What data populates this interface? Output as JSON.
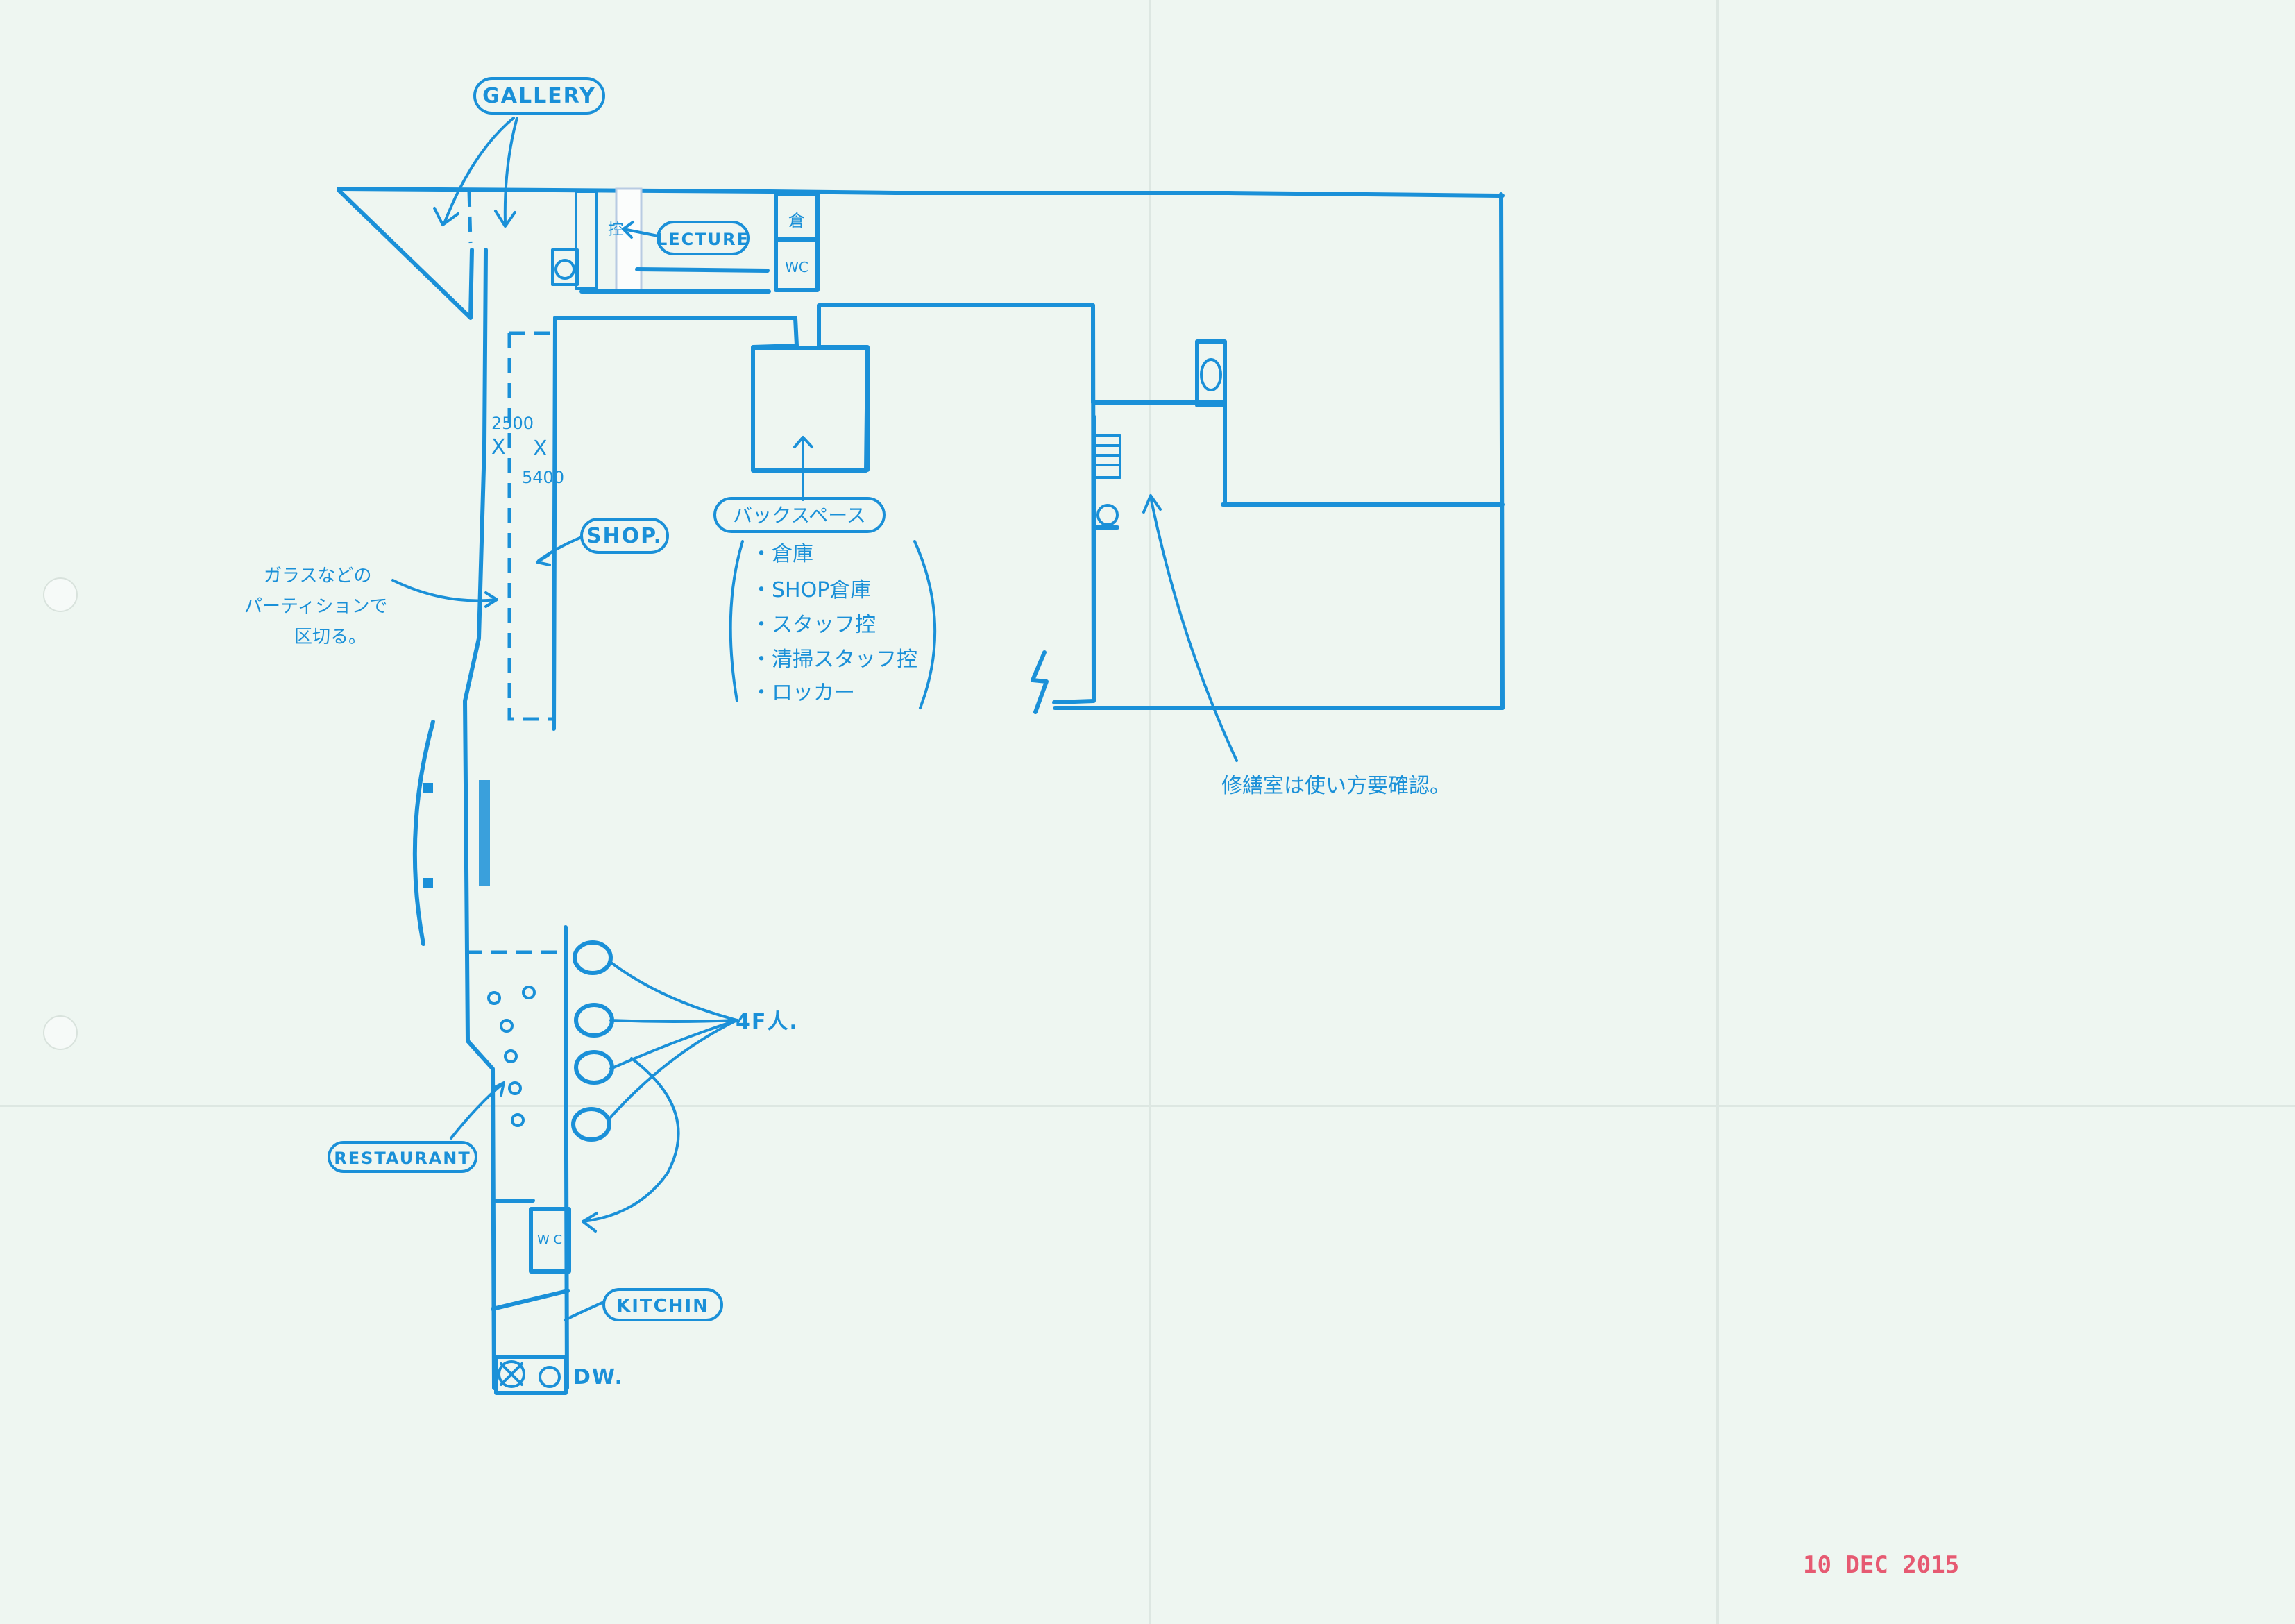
{
  "labels": {
    "gallery": "GALLERY",
    "lecture": "LECTURE",
    "shop": "SHOP.",
    "restaurant": "RESTAURANT",
    "kitchen": "KITCHIN",
    "backspace": "バックスペース"
  },
  "backspace_items": [
    "・倉庫",
    "・SHOP倉庫",
    "・スタッフ控",
    "・清掃スタッフ控",
    "・ロッカー"
  ],
  "notes": {
    "partition": [
      "ガラスなどの",
      "パーティションで",
      "区切る。"
    ],
    "repair_room": "修繕室は使い方要確認。",
    "persons": "4F人.",
    "dw": "DW.",
    "dim_top": "2500",
    "dim_bottom": "5400",
    "dim_x1": "X",
    "dim_x2": "X",
    "wc_top": "WC",
    "wc_bottom": "W C",
    "storage_char": "倉",
    "control_char": "控"
  },
  "stamp": {
    "date": "10 DEC 2015",
    "color": "#e65a72"
  },
  "colors": {
    "ink": "#1a90d8",
    "paper": "#eef6f1"
  }
}
